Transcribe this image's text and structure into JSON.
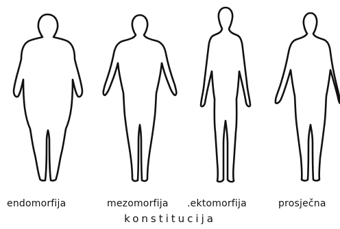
{
  "figure": {
    "types": [
      {
        "label": "endomorfija"
      },
      {
        "label": "mezomorfija"
      },
      {
        "label": ".ektomorfija"
      },
      {
        "label": "prosječna"
      }
    ],
    "caption": "konstitucija"
  }
}
